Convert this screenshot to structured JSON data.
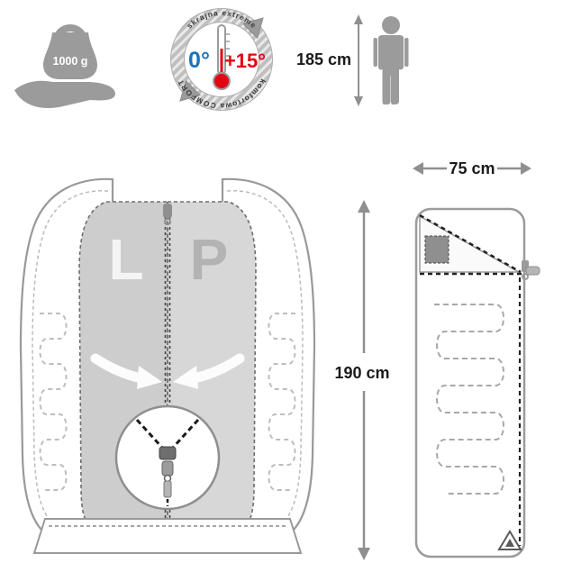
{
  "specs": {
    "weight": "1000 g",
    "temperature": {
      "extreme": "0°",
      "comfort": "+15°",
      "ring_top": "skrajna extreme",
      "ring_bottom": "komfortowa COMFORT"
    },
    "person_height": "185 cm",
    "bag_width": "75 cm",
    "bag_length": "190 cm"
  },
  "open_bag": {
    "left_label": "L",
    "right_label": "P"
  },
  "colors": {
    "accent_blue": "#1d71b8",
    "accent_red": "#e30613",
    "icon_gray": "#9b9b9b",
    "panel_gray": "#cdcdcd",
    "text_dark": "#1a1a1a"
  }
}
